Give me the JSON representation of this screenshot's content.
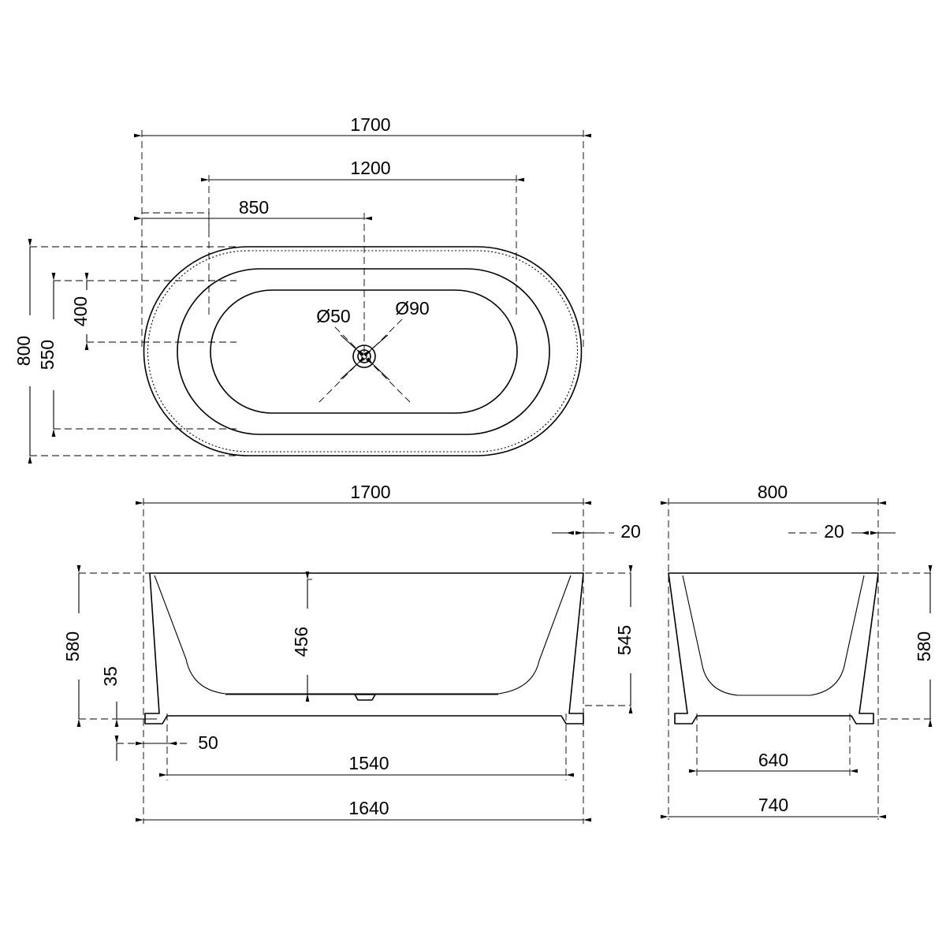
{
  "drawing": {
    "title": "bathtub-technical-drawing",
    "line_color": "#000000",
    "dim_line_color": "#000000",
    "background": "#ffffff"
  },
  "views": {
    "top": {
      "name": "top-view",
      "dimensions": {
        "overall_length": "1700",
        "inner_length_1200": "1200",
        "inner_length_850": "850",
        "overall_width": "800",
        "offset_550": "550",
        "offset_400": "400",
        "drain_outer": "Ø90",
        "drain_inner": "Ø50"
      }
    },
    "front": {
      "name": "front-view",
      "dimensions": {
        "overall_length": "1700",
        "rim_thickness": "20",
        "overall_height": "580",
        "inner_height": "456",
        "side_height": "545",
        "foot_height": "35",
        "foot_inset": "50",
        "base_inner": "1540",
        "base_outer": "1640"
      }
    },
    "side": {
      "name": "side-view",
      "dimensions": {
        "overall_width": "800",
        "rim_thickness": "20",
        "overall_height": "580",
        "base_inner": "640",
        "base_outer": "740"
      }
    }
  }
}
